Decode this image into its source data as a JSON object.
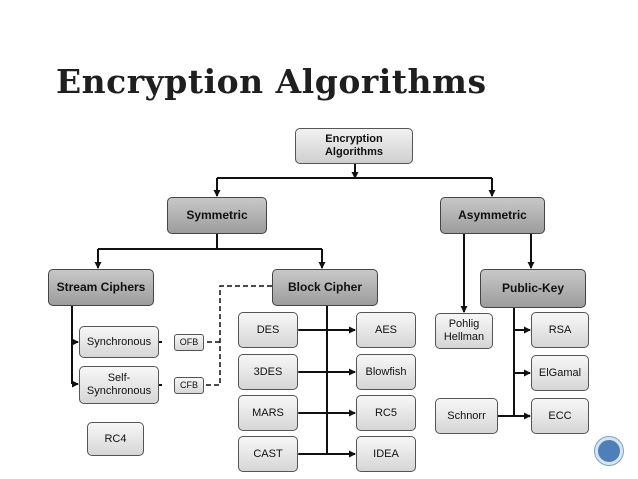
{
  "slide": {
    "title": "Encryption Algorithms"
  },
  "diagram": {
    "root": [
      "Encryption",
      "Algorithms"
    ],
    "symmetric": "Symmetric",
    "asymmetric": "Asymmetric",
    "stream_ciphers": "Stream Ciphers",
    "block_cipher": "Block Cipher",
    "public_key": "Public-Key",
    "synchronous": "Synchronous",
    "self_synchronous": [
      "Self-",
      "Synchronous"
    ],
    "rc4": "RC4",
    "ofb": "OFB",
    "cfb": "CFB",
    "block_left": [
      "DES",
      "3DES",
      "MARS",
      "CAST"
    ],
    "block_right": [
      "AES",
      "Blowfish",
      "RC5",
      "IDEA"
    ],
    "pohlig_hellman": [
      "Pohlig",
      "Hellman"
    ],
    "schnorr": "Schnorr",
    "public_key_items": [
      "RSA",
      "ElGamal",
      "ECC"
    ]
  },
  "colors": {
    "node_light": "#e8e8e8",
    "node_dark": "#b4b4b4",
    "nav_dot": "#4f7fb8"
  }
}
